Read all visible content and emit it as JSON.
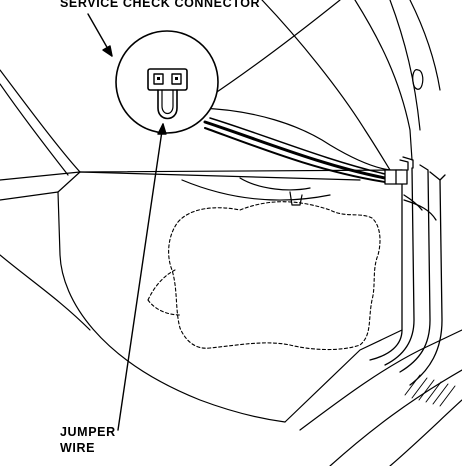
{
  "labels": {
    "service_check_connector": "SERVICE CHECK CONNECTOR",
    "jumper_wire_line1": "JUMPER",
    "jumper_wire_line2": "WIRE"
  },
  "colors": {
    "ink": "#000000",
    "paper": "#ffffff"
  }
}
